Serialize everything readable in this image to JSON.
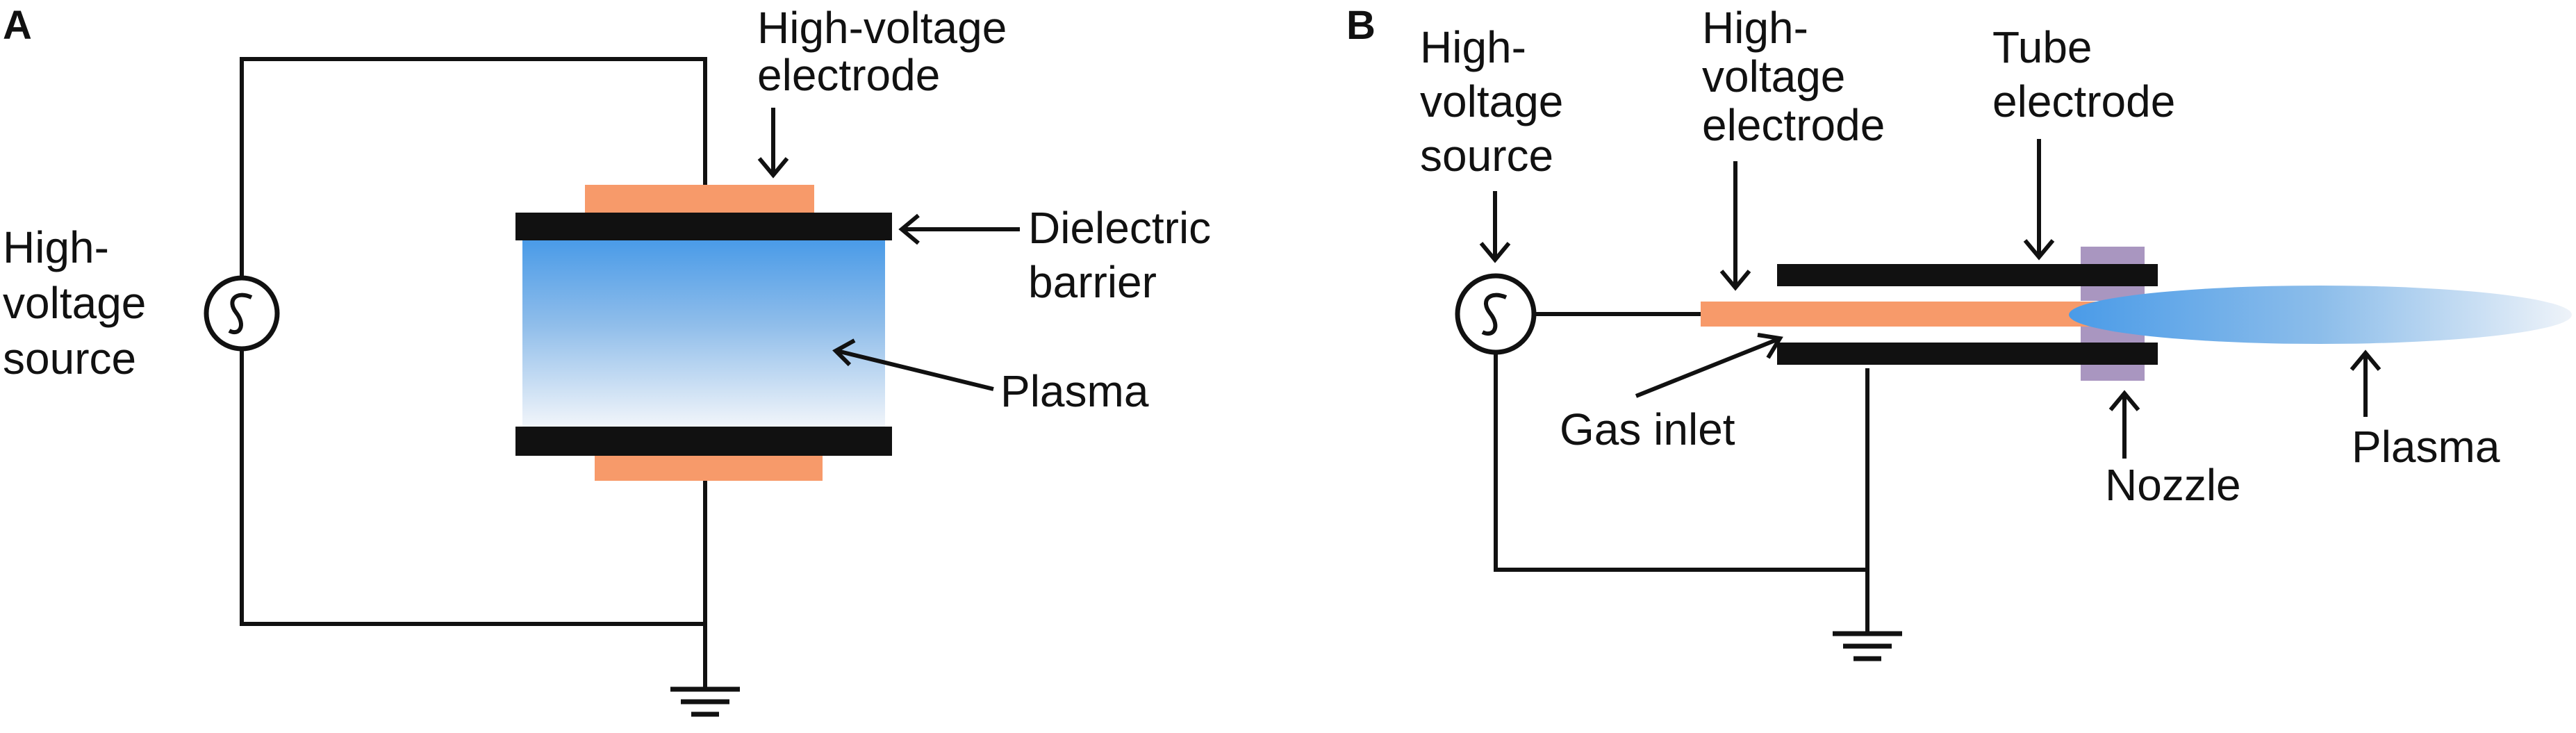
{
  "panel_a": {
    "letter": "A",
    "labels": {
      "hv_electrode": [
        "High-voltage",
        "electrode"
      ],
      "dielectric": [
        "Dielectric",
        "barrier"
      ],
      "plasma": "Plasma",
      "source": [
        "High-",
        "voltage",
        "source"
      ]
    }
  },
  "panel_b": {
    "letter": "B",
    "labels": {
      "source": [
        "High-",
        "voltage",
        "source"
      ],
      "hv_electrode": [
        "High-",
        "voltage",
        "electrode"
      ],
      "tube_electrode": [
        "Tube",
        "electrode"
      ],
      "gas_inlet": "Gas inlet",
      "nozzle": "Nozzle",
      "plasma": "Plasma"
    }
  },
  "colors": {
    "electrode": "#f79a6a",
    "dielectric": "#111111",
    "plasma_top": "#5aa6ec",
    "plasma_bottom": "#eef3f9",
    "nozzle": "#a996c0"
  },
  "icons": [
    "ac-source-icon",
    "ground-icon",
    "arrow-icon"
  ]
}
